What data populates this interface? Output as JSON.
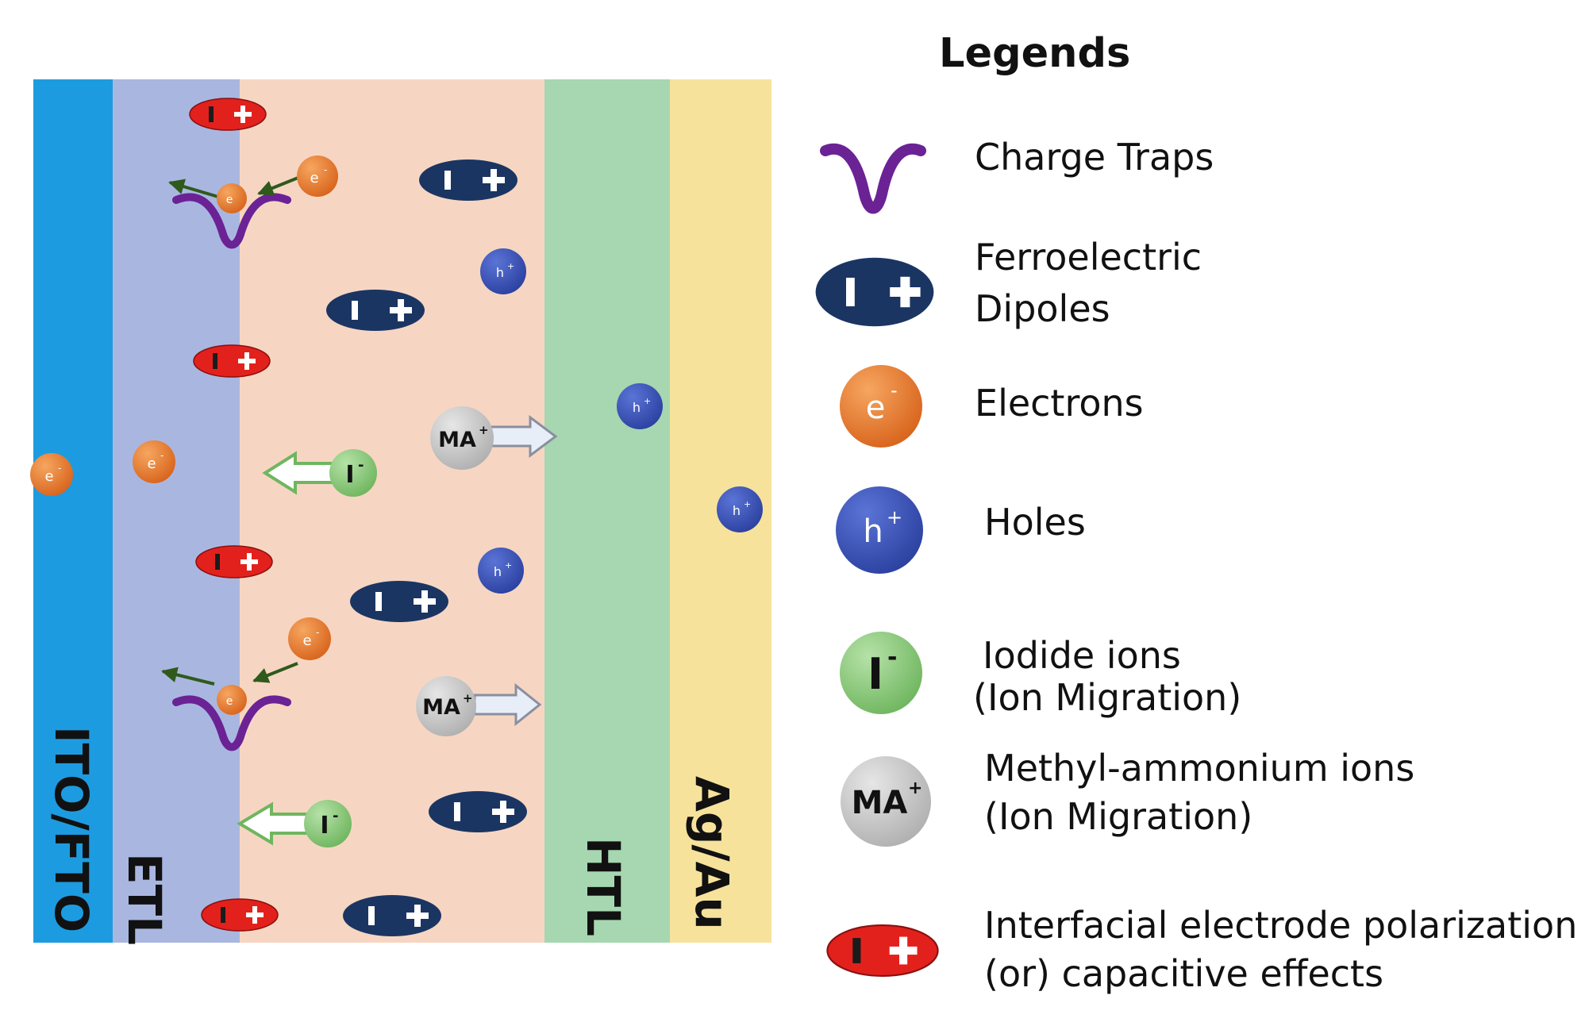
{
  "layers": {
    "ito": "ITO/FTO",
    "etl": "ETL",
    "htl": "HTL",
    "metal": "Ag/Au"
  },
  "symbols": {
    "electron_main": "e",
    "electron_sup": "-",
    "hole_main": "h",
    "hole_sup": "+",
    "iodide_main": "I",
    "iodide_sup": "-",
    "ma_main": "MA",
    "ma_sup": "+"
  },
  "legend": {
    "title": "Legends",
    "items": [
      {
        "id": "charge-traps",
        "lines": [
          "Charge Traps"
        ]
      },
      {
        "id": "ferroelectric-dipoles",
        "lines": [
          "Ferroelectric",
          "Dipoles"
        ]
      },
      {
        "id": "electrons",
        "lines": [
          "Electrons"
        ]
      },
      {
        "id": "holes",
        "lines": [
          "Holes"
        ]
      },
      {
        "id": "iodide-ions",
        "lines": [
          "Iodide ions",
          "(Ion Migration)"
        ]
      },
      {
        "id": "methyl-ammonium-ions",
        "lines": [
          "Methyl-ammonium ions",
          "(Ion Migration)"
        ]
      },
      {
        "id": "interfacial-polarization",
        "lines": [
          "Interfacial electrode polarization",
          "(or) capacitive effects"
        ]
      }
    ]
  },
  "colors": {
    "ito": "#1d9be0",
    "etl": "#a9b7e0",
    "perovskite": "#f6d6c2",
    "htl": "#a6d7b0",
    "metal": "#f7e29c",
    "trap": "#6b2295",
    "dipole": "#1b3563",
    "electron": "#e7782c",
    "hole": "#3a53b8",
    "iodide": "#8bc97e",
    "ma": "#c9c9c9",
    "polarization": "#e3211c",
    "arrow_dark": "#2f5a1c"
  }
}
